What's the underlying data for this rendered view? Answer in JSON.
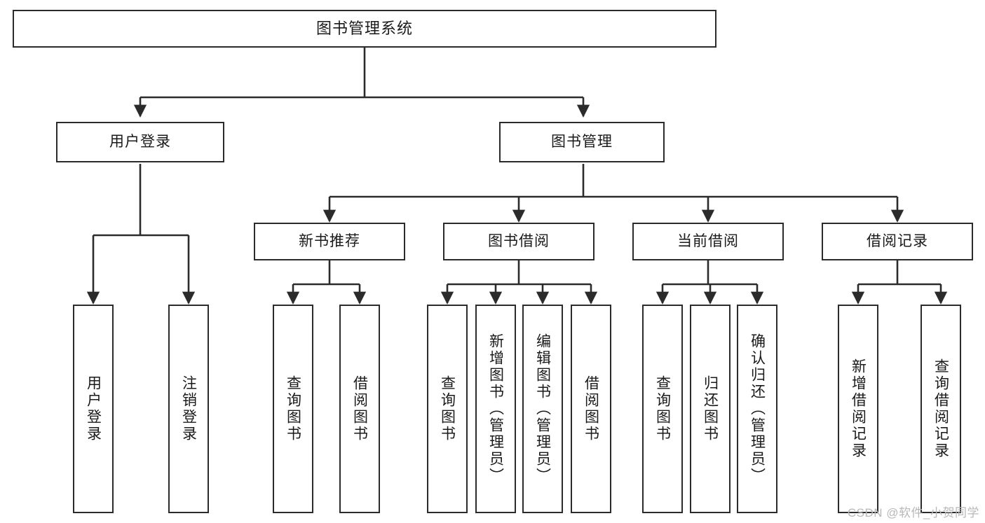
{
  "diagram": {
    "title": "图书管理系统",
    "watermark": "CSDN @软件_小贺同学",
    "line_color": "#2b2b2b",
    "box_fill": "#ffffff",
    "text_color": "#1a1a1a",
    "watermark_color": "#b8b8b8",
    "root": {
      "label": "图书管理系统"
    },
    "level2": [
      {
        "label": "用户登录"
      },
      {
        "label": "图书管理"
      }
    ],
    "level3": [
      {
        "label": "新书推荐"
      },
      {
        "label": "图书借阅"
      },
      {
        "label": "当前借阅"
      },
      {
        "label": "借阅记录"
      }
    ],
    "leaves": {
      "user_login": [
        {
          "label": "用户登录"
        },
        {
          "label": "注销登录"
        }
      ],
      "new_book": [
        {
          "label": "查询图书"
        },
        {
          "label": "借阅图书"
        }
      ],
      "book_borrow": [
        {
          "label": "查询图书"
        },
        {
          "label": "新增图书（管理员）"
        },
        {
          "label": "编辑图书（管理员）"
        },
        {
          "label": "借阅图书"
        }
      ],
      "current_borrow": [
        {
          "label": "查询图书"
        },
        {
          "label": "归还图书"
        },
        {
          "label": "确认归还（管理员）"
        }
      ],
      "borrow_record": [
        {
          "label": "新增借阅记录"
        },
        {
          "label": "查询借阅记录"
        }
      ]
    }
  }
}
